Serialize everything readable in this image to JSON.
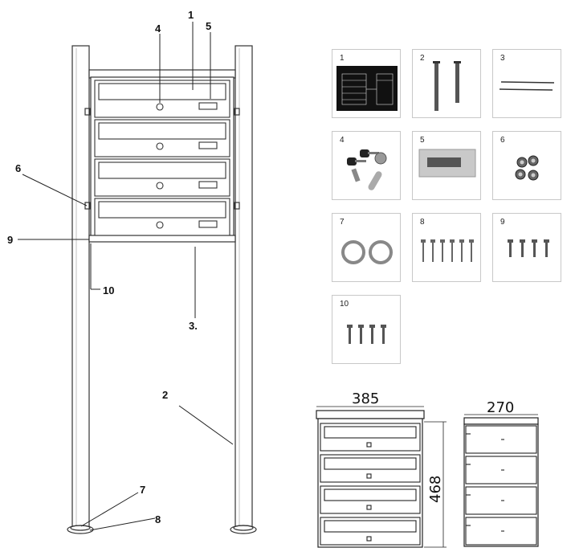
{
  "callouts": {
    "c1": "1",
    "c2": "2",
    "c3": "3.",
    "c4": "4",
    "c5": "5",
    "c6": "6",
    "c7": "7",
    "c8": "8",
    "c9": "9",
    "c10": "10"
  },
  "parts": [
    {
      "num": "1",
      "icon": "mailbox-panel-icon"
    },
    {
      "num": "2",
      "icon": "posts-icon"
    },
    {
      "num": "3",
      "icon": "rods-icon"
    },
    {
      "num": "4",
      "icon": "keys-icon"
    },
    {
      "num": "5",
      "icon": "name-plate-icon"
    },
    {
      "num": "6",
      "icon": "caps-icon"
    },
    {
      "num": "7",
      "icon": "washers-icon"
    },
    {
      "num": "8",
      "icon": "bolts-icon"
    },
    {
      "num": "9",
      "icon": "screws-icon"
    },
    {
      "num": "10",
      "icon": "screws-small-icon"
    }
  ],
  "dimensions": {
    "width": "385",
    "depth": "270",
    "height": "468"
  }
}
